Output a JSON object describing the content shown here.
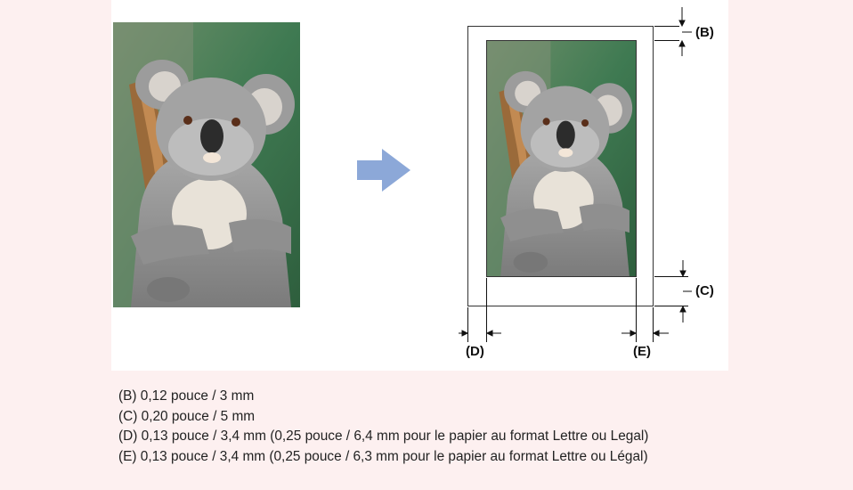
{
  "figure": {
    "left_photo_icon": "koala-photo",
    "arrow_icon": "right-arrow",
    "arrow_color": "#8ca8d8",
    "output_page_icon": "printed-page-with-koala",
    "labels": {
      "b": "(B)",
      "c": "(C)",
      "d": "(D)",
      "e": "(E)"
    }
  },
  "notes": [
    "(B) 0,12 pouce / 3 mm",
    "(C) 0,20 pouce / 5 mm",
    "(D) 0,13 pouce / 3,4 mm (0,25 pouce / 6,4 mm pour le papier au format Lettre ou Legal)",
    "(E) 0,13 pouce / 3,4 mm (0,25 pouce / 6,3 mm pour le papier au format Lettre ou Légal)"
  ]
}
